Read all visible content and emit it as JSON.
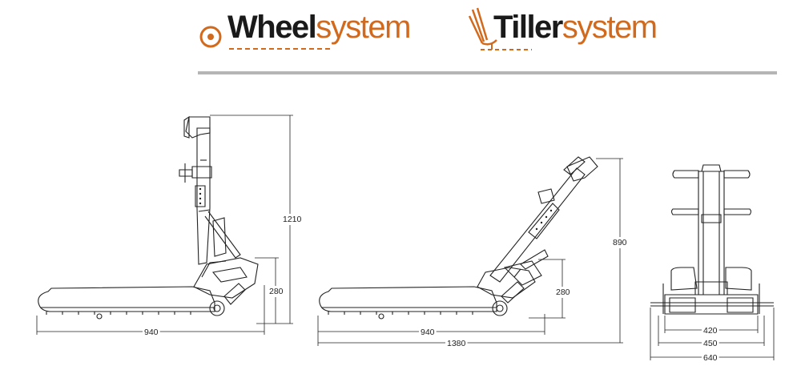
{
  "brands": {
    "wheel": {
      "bold": "Wheel",
      "light": "system",
      "color": "#d26a1d",
      "icon": "wheel-target-icon"
    },
    "tiller": {
      "bold": "Tiller",
      "light": "system",
      "color": "#d26a1d",
      "icon": "tiller-fork-icon"
    }
  },
  "accent_color": "#d26a1d",
  "rule_color": "#b5b5b5",
  "dimensions": {
    "wheel_side": {
      "height_total": "1210",
      "height_platform": "280",
      "length": "940"
    },
    "tiller_side": {
      "height_total": "890",
      "height_platform": "280",
      "length": "940",
      "length_total": "1380"
    },
    "front": {
      "inner": "420",
      "middle": "450",
      "outer": "640"
    }
  }
}
